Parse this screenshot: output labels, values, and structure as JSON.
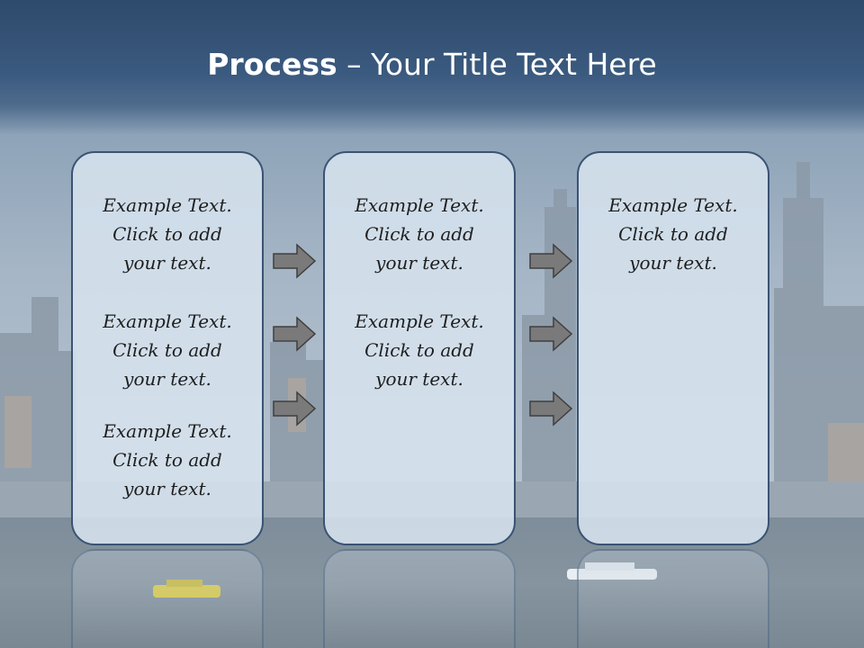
{
  "title": {
    "bold": "Process",
    "rest": " – Your Title Text Here"
  },
  "columns": [
    {
      "blocks": [
        {
          "line1": "Example Text.",
          "line2": "Click  to add",
          "line3": "your text."
        },
        {
          "line1": "Example Text.",
          "line2": "Click  to add",
          "line3": "your text."
        },
        {
          "line1": "Example Text.",
          "line2": "Click  to add",
          "line3": "your text."
        }
      ]
    },
    {
      "blocks": [
        {
          "line1": "Example Text.",
          "line2": "Click  to add",
          "line3": "your text."
        },
        {
          "line1": "Example Text.",
          "line2": "Click  to add",
          "line3": "your text."
        }
      ]
    },
    {
      "blocks": [
        {
          "line1": "Example Text.",
          "line2": "Click  to add",
          "line3": "your text."
        }
      ]
    }
  ],
  "arrow_icon": "right-arrow-icon",
  "colors": {
    "header": "#2e4a6c",
    "card_border": "#3a5373",
    "card_fill": "#d6e2ee",
    "arrow_fill": "#7a7a7a"
  }
}
